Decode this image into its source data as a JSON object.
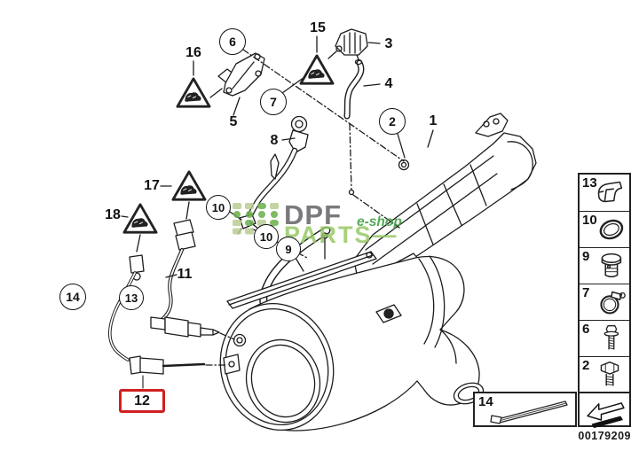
{
  "part_number": "00179209",
  "highlight_color": "#cf2020",
  "labels": {
    "n1": "1",
    "n2": "2",
    "n3": "3",
    "n4": "4",
    "n5": "5",
    "n6": "6",
    "n7": "7",
    "n8": "8",
    "n9": "9",
    "n10": "10",
    "n11": "11",
    "n12": "12",
    "n13": "13",
    "n14": "14",
    "n15": "15",
    "n16": "16",
    "n17": "17",
    "n18": "18"
  },
  "watermark": {
    "brand_top": "DPF",
    "brand_bottom": "PARTS",
    "brand_dash": "—",
    "eshop": "e-shop",
    "logo_light": "#b9cd92",
    "logo_green": "#69ae49",
    "gray": "#5a5a5e",
    "green": "#93c65e"
  },
  "sidebar": {
    "cells": [
      {
        "num": "13",
        "icon": "retaining-clip-icon"
      },
      {
        "num": "10",
        "icon": "o-ring-icon"
      },
      {
        "num": "9",
        "icon": "screw-plug-icon"
      },
      {
        "num": "7",
        "icon": "hose-clamp-icon"
      },
      {
        "num": "6",
        "icon": "stud-bolt-icon"
      },
      {
        "num": "2",
        "icon": "hex-bolt-icon"
      }
    ],
    "bottom_cell": {
      "num": "14",
      "icon": "cable-tie-icon"
    },
    "arrow_cell": {
      "icon": "direction-arrow-icon"
    }
  }
}
